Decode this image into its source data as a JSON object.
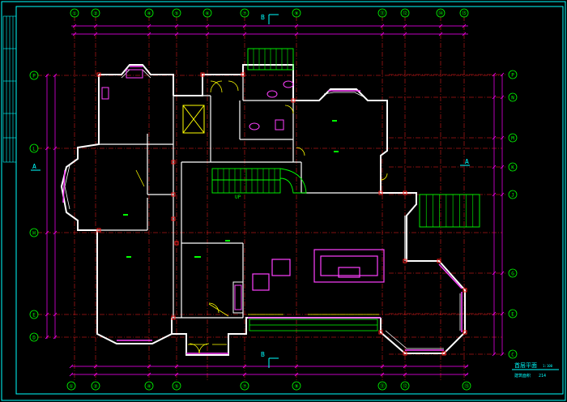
{
  "colors": {
    "background": "#000000",
    "frame": "#00ffff",
    "axis": "#ff2020",
    "wall": "#ffffff",
    "dimension": "#ff00ff",
    "stair": "#00ff00",
    "furniture": "#ff40ff",
    "annotation": "#ffff00",
    "grid_bubble": "#00ff00"
  },
  "grid": {
    "top_labels": [
      "①",
      "②",
      "④",
      "⑤",
      "⑥",
      "⑦",
      "⑨",
      "⑪",
      "⑫",
      "⑭",
      "⑮"
    ],
    "bottom_labels": [
      "①",
      "②",
      "④",
      "⑤",
      "⑦",
      "⑨",
      "⑪",
      "⑫",
      "⑮"
    ],
    "left_labels": [
      "P",
      "L",
      "H",
      "E",
      "D"
    ],
    "right_labels": [
      "P",
      "N",
      "M",
      "K",
      "J",
      "G",
      "E",
      "C"
    ]
  },
  "section_marks": {
    "top": "B",
    "bottom": "B",
    "left": "A",
    "right": "A"
  },
  "title_block": {
    "title": "首层平面",
    "scale": "1:100",
    "subtitle": "建筑面积",
    "area": "214"
  },
  "stair_label": "UP",
  "icon_names": [
    "section-arrow-icon",
    "north-grid-bubble-icon"
  ]
}
